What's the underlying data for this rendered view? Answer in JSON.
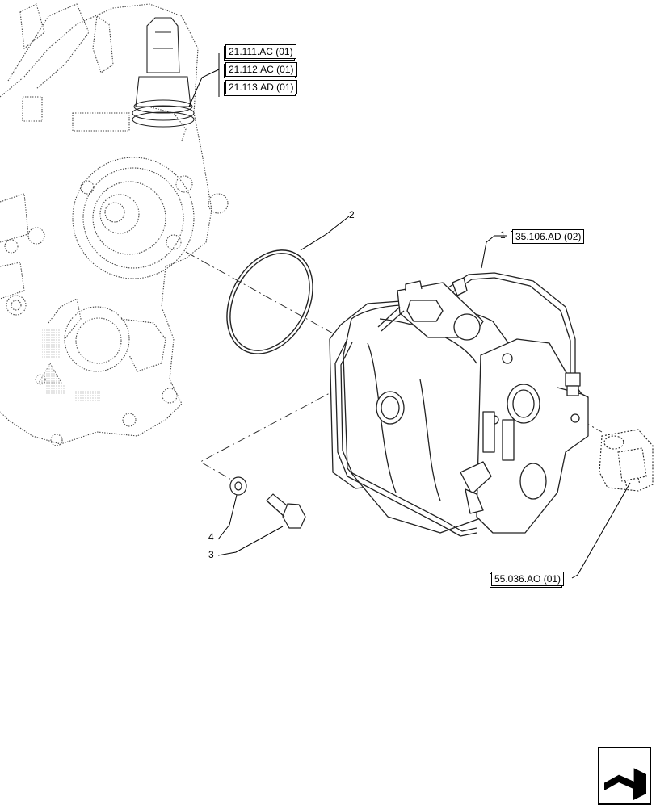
{
  "references": {
    "ref_21_111": "21.111.AC (01)",
    "ref_21_112": "21.112.AC (01)",
    "ref_21_113": "21.113.AD (01)",
    "ref_35_106": "35.106.AD (02)",
    "ref_55_036": "55.036.AO (01)"
  },
  "callouts": {
    "item1": "1",
    "item2": "2",
    "item3": "3",
    "item4": "4"
  },
  "navigation": {
    "icon": "next-page-arrow-icon"
  }
}
